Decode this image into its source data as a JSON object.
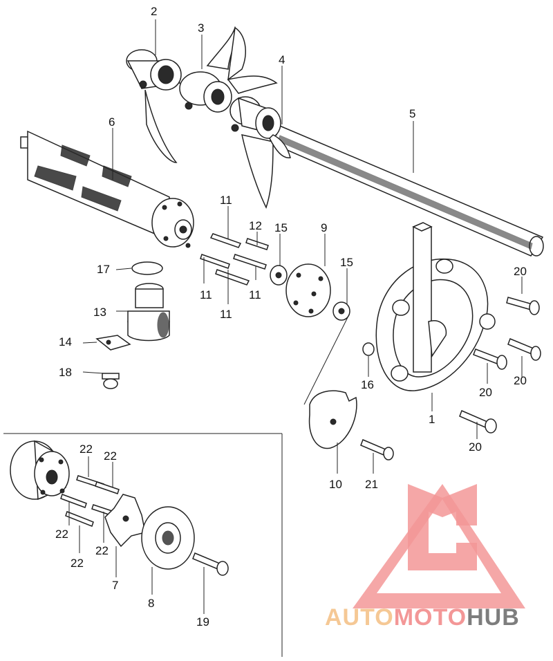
{
  "diagram": {
    "part_labels": {
      "p1": "1",
      "p2": "2",
      "p3": "3",
      "p4": "4",
      "p5": "5",
      "p6": "6",
      "p7": "7",
      "p8": "8",
      "p9": "9",
      "p10": "10",
      "p11a": "11",
      "p11b": "11",
      "p11c": "11",
      "p11d": "11",
      "p12": "12",
      "p13": "13",
      "p14": "14",
      "p15a": "15",
      "p15b": "15",
      "p16": "16",
      "p17": "17",
      "p18": "18",
      "p19": "19",
      "p20a": "20",
      "p20b": "20",
      "p20c": "20",
      "p20d": "20",
      "p21": "21",
      "p22a": "22",
      "p22b": "22",
      "p22c": "22",
      "p22d": "22",
      "p22e": "22"
    }
  },
  "watermark": {
    "brand_part1": "AUTO",
    "brand_part2": "MOTO",
    "brand_part3": "HUB",
    "color_primary": "#f28c8c",
    "color_secondary": "#f5c38a",
    "color_dark": "#707070"
  }
}
